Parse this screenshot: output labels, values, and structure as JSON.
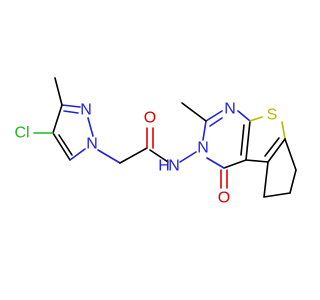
{
  "atoms": {
    "cl": "Cl",
    "n_pz2": "N",
    "n_pz1": "N",
    "o": "O",
    "n_amide": "N",
    "h_amide": "H",
    "n_pym1": "N",
    "n_pym3": "N",
    "s": "S",
    "o_ketone": "O"
  },
  "colors": {
    "carbon": "#000000",
    "nitrogen": "#2020e0",
    "oxygen": "#e00000",
    "sulfur": "#b8b800",
    "chlorine": "#1fb81f",
    "background": "#ffffff"
  }
}
